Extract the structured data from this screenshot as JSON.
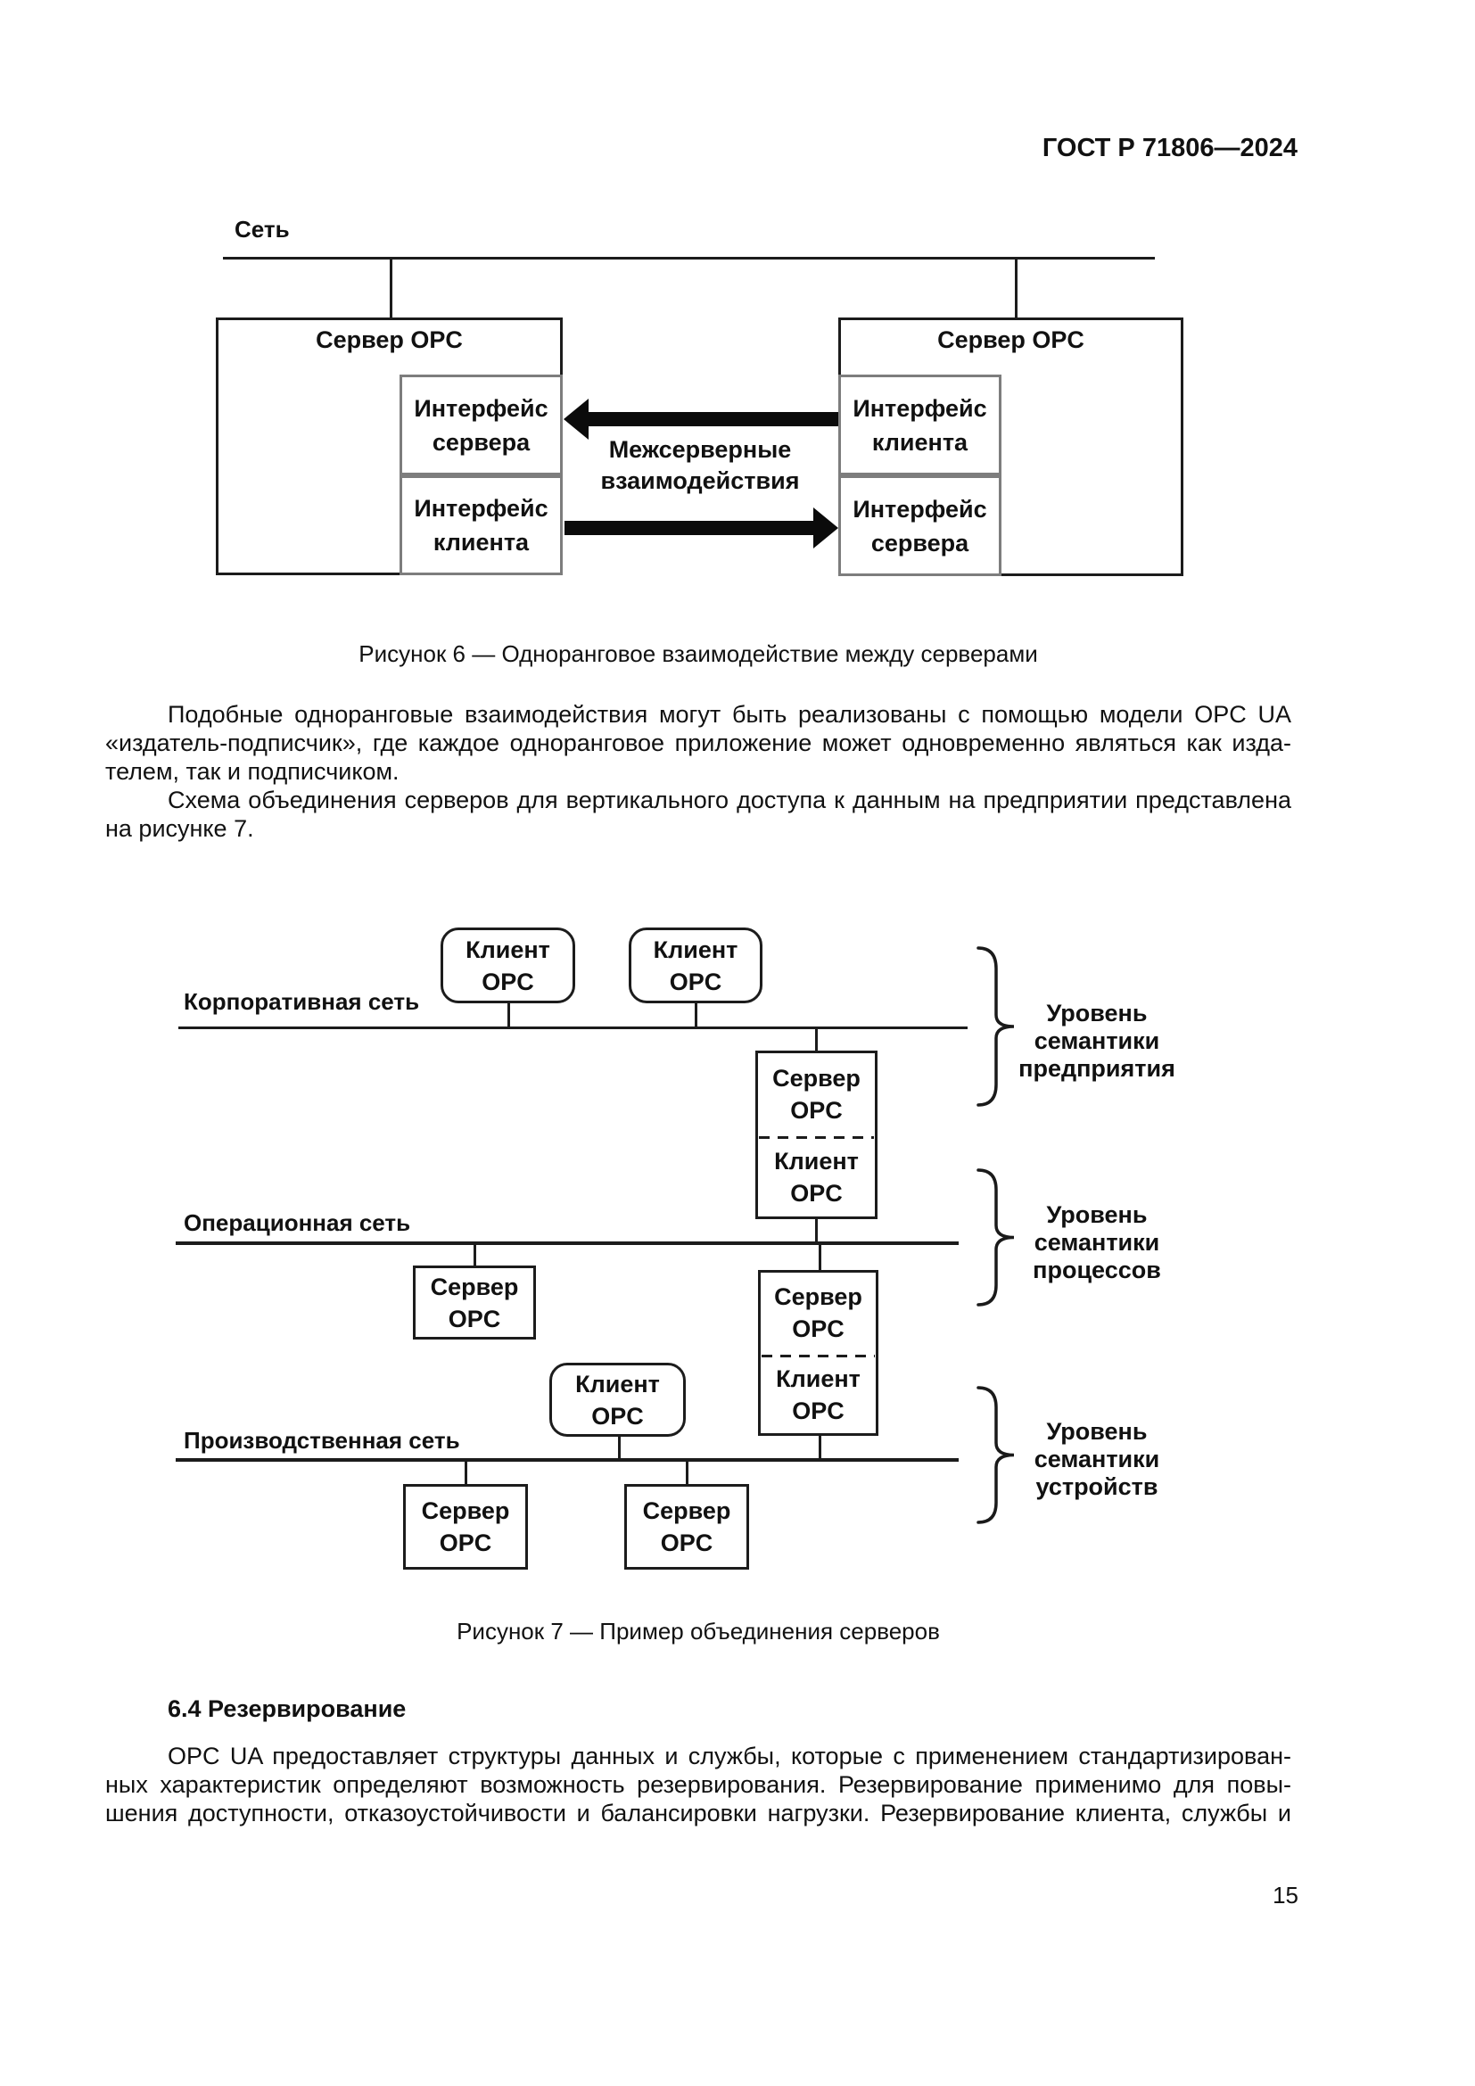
{
  "header": {
    "doc_number": "ГОСТ Р 71806—2024"
  },
  "figure6": {
    "net_label": "Сеть",
    "server_title": "Сервер OPC",
    "iface_server": "Интерфейс\nсервера",
    "iface_client": "Интерфейс\nклиента",
    "link_label": "Межсерверные\nвзаимодействия",
    "caption": "Рисунок 6 — Одноранговое взаимодействие между серверами"
  },
  "body": {
    "para1_line1": "Подобные одноранговые взаимодействия могут быть реализованы с помощью модели OPC UA",
    "para1_line2": "«издатель-подписчик», где каждое одноранговое приложение может одновременно являться как изда-",
    "para1_line3": "телем, так и подписчиком.",
    "para2_line1": "Схема объединения серверов для вертикального доступа к данным на предприятии представлена",
    "para2_line2": "на рисунке 7."
  },
  "figure7": {
    "client_label": "Клиент\nOPC",
    "server_label": "Сервер\nOPC",
    "net1": "Корпоративная сеть",
    "net2": "Операционная сеть",
    "net3": "Производственная сеть",
    "brace1": "Уровень\nсемантики\nпредприятия",
    "brace2": "Уровень\nсемантики\nпроцессов",
    "brace3": "Уровень\nсемантики\nустройств",
    "caption": "Рисунок 7 — Пример объединения серверов"
  },
  "section": {
    "heading": "6.4 Резервирование",
    "line1": "OPC UA предоставляет структуры данных и службы, которые с применением стандартизирован-",
    "line2": "ных характеристик определяют возможность резервирования. Резервирование применимо для повы-",
    "line3": "шения доступности, отказоустойчивости и балансировки нагрузки. Резервирование клиента, службы и"
  },
  "footer": {
    "page_number": "15"
  }
}
